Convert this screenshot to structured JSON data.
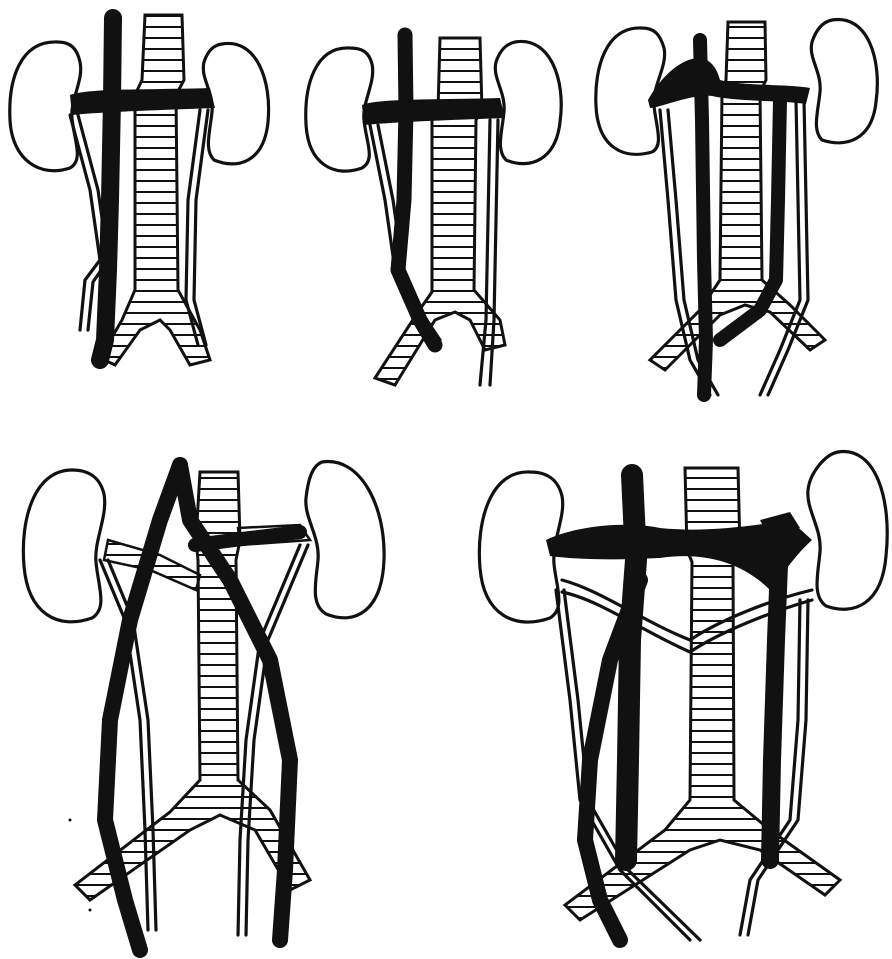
{
  "figure": {
    "background": "#ffffff",
    "ink": "#111111",
    "panels": [
      {
        "id": "panel-1"
      },
      {
        "id": "panel-2"
      },
      {
        "id": "panel-3"
      },
      {
        "id": "panel-4"
      },
      {
        "id": "panel-5"
      }
    ]
  }
}
